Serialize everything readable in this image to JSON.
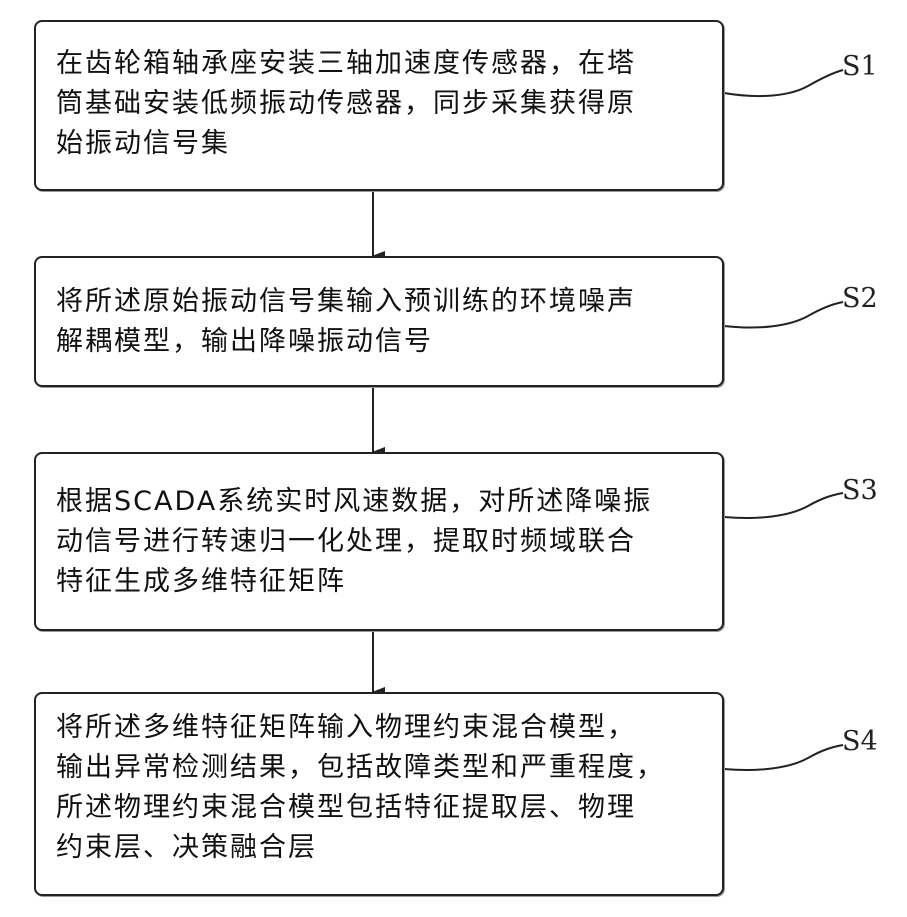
{
  "steps": [
    {
      "id": "S1",
      "label": "S1",
      "text": "在齿轮箱轴承座安装三轴加速度传感器，在塔\n筒基础安装低频振动传感器，同步采集获得原\n始振动信号集"
    },
    {
      "id": "S2",
      "label": "S2",
      "text": "将所述原始振动信号集输入预训练的环境噪声\n解耦模型，输出降噪振动信号"
    },
    {
      "id": "S3",
      "label": "S3",
      "text": "根据SCADA系统实时风速数据，对所述降噪振\n动信号进行转速归一化处理，提取时频域联合\n特征生成多维特征矩阵"
    },
    {
      "id": "S4",
      "label": "S4",
      "text": "将所述多维特征矩阵输入物理约束混合模型，\n输出异常检测结果，包括故障类型和严重程度，\n所述物理约束混合模型包括特征提取层、物理\n约束层、决策融合层"
    }
  ],
  "colors": {
    "stroke": "#222222",
    "text": "#111111"
  }
}
